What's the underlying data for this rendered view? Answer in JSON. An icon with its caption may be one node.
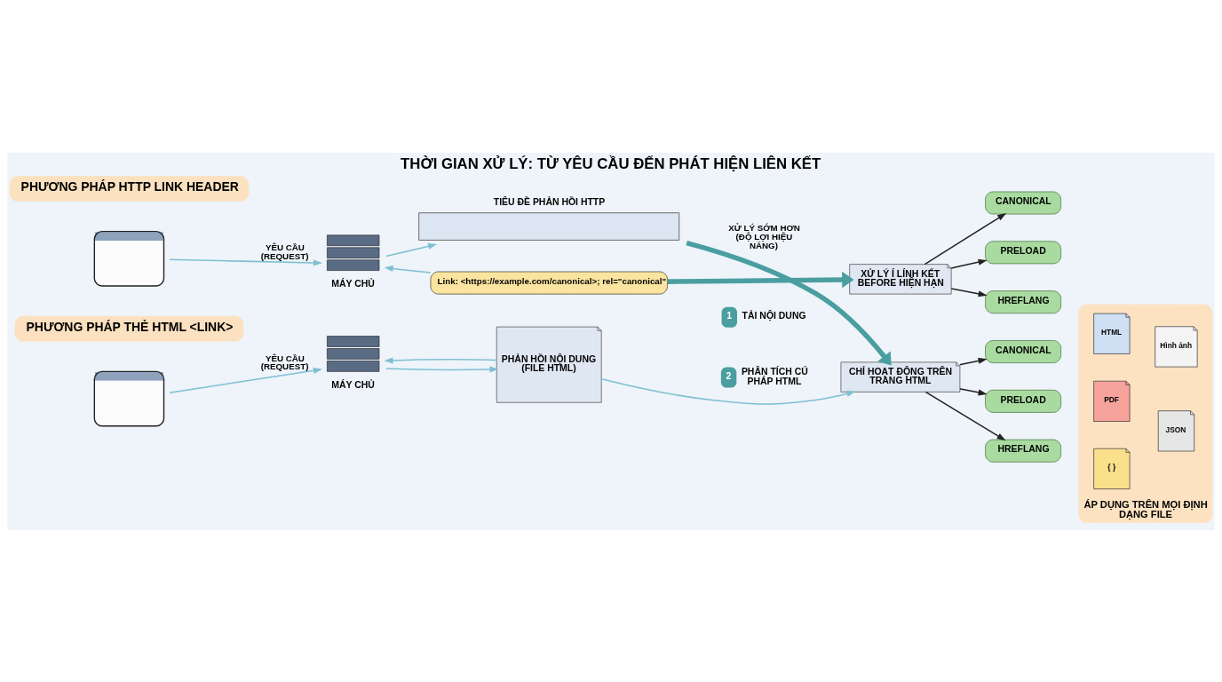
{
  "diagram": {
    "title": "THỜI GIAN XỬ LÝ: TỪ YÊU CẦU ĐẾN PHÁT HIỆN LIÊN KẾT",
    "nodes": [
      {
        "text": [
          "PHƯƠNG PHÁP HTTP LINK HEADER"
        ]
      },
      {
        "text": [],
        "shape": "picture"
      },
      {
        "text": [
          "MÁY CHỦ"
        ]
      },
      {
        "text": [
          "TIÊU ĐỀ PHẢN HỒI HTTP"
        ]
      },
      {
        "text": [
          "Link: <https://example.com/canonical>; rel=\"canonical\""
        ]
      },
      {
        "text": [
          "XỬ LÝ Í LÍNH KẾT BEFORE HIỆN HẠN"
        ]
      },
      {
        "text": [
          "CANONICAL"
        ]
      },
      {
        "text": [
          "PRELOAD"
        ]
      },
      {
        "text": [
          "HREFLANG"
        ]
      },
      {
        "text": [
          "PHƯƠNG PHÁP THẺ HTML <LINK>"
        ]
      },
      {
        "text": [],
        "shape": "picture"
      },
      {
        "text": [
          "MÁY CHỦ"
        ]
      },
      {
        "text": [
          "PHẢN HỒI NỘI DUNG (FILE HTML)"
        ]
      },
      {
        "text": [
          "1"
        ],
        "beside": [
          "TẢI NỘI DUNG"
        ]
      },
      {
        "text": [
          "2"
        ],
        "beside": [
          "PHÂN TÍCH CÚ PHÁP HTML"
        ]
      },
      {
        "text": [
          "CHỈ HOẠT ĐỘNG TRÊN TRANG HTML"
        ]
      },
      {
        "text": [
          "CANONICAL"
        ]
      },
      {
        "text": [
          "PRELOAD"
        ]
      },
      {
        "text": [
          "HREFLANG"
        ]
      },
      {
        "text": [
          "ÁP DỤNG TRÊN MỌI ĐỊNH DẠNG FILE"
        ]
      },
      {
        "text": [
          "HTML"
        ],
        "in": 19
      },
      {
        "text": [
          "PDF"
        ],
        "in": 19
      },
      {
        "text": [
          "{ }"
        ],
        "in": 19
      },
      {
        "text": [
          "Hình ảnh"
        ],
        "in": 19
      },
      {
        "text": [
          "JSON"
        ],
        "in": 19
      }
    ],
    "edges": [
      {
        "from": 1,
        "to": 2,
        "arrow": "to",
        "label": "YÊU CẦU (REQUEST)"
      },
      {
        "from": 2,
        "to": 3,
        "arrow": "to"
      },
      {
        "from": 4,
        "to": 2,
        "arrow": "to"
      },
      {
        "from": 4,
        "to": 5,
        "arrow": "to",
        "style": "thick",
        "color": "#4a9ea0"
      },
      {
        "from": 5,
        "to": 6,
        "arrow": "to",
        "color": "#222222"
      },
      {
        "from": 5,
        "to": 7,
        "arrow": "to",
        "color": "#222222"
      },
      {
        "from": 5,
        "to": 8,
        "arrow": "to",
        "color": "#222222"
      },
      {
        "from": 3,
        "to": 15,
        "arrow": "to",
        "label": "XỬ LÝ SỚM HƠN (ĐỘ LỢI HIỆU NĂNG)",
        "style": "thick",
        "color": "#4a9ea0"
      },
      {
        "from": 10,
        "to": 11,
        "arrow": "to",
        "label": "YÊU CẦU (REQUEST)"
      },
      {
        "from": 11,
        "to": 12,
        "arrow": "to"
      },
      {
        "from": 12,
        "to": 11,
        "arrow": "to"
      },
      {
        "from": 12,
        "to": 15,
        "arrow": "to"
      },
      {
        "from": 15,
        "to": 16,
        "arrow": "to",
        "color": "#222222"
      },
      {
        "from": 15,
        "to": 17,
        "arrow": "to",
        "color": "#222222"
      },
      {
        "from": 15,
        "to": 18,
        "arrow": "to",
        "color": "#222222"
      }
    ]
  }
}
